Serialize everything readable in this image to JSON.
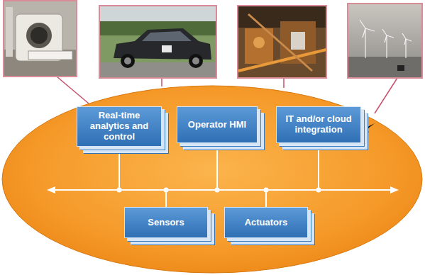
{
  "diagram": {
    "nodes": [
      {
        "text": [
          "Real-time analytics and control"
        ]
      },
      {
        "text": [
          "Operator HMI"
        ]
      },
      {
        "text": [
          "IT and/or cloud integration"
        ]
      },
      {
        "text": [
          "Sensors"
        ]
      },
      {
        "text": [
          "Actuators"
        ]
      }
    ],
    "edges": [
      {
        "from": 0,
        "to": 1,
        "arrow": "none"
      },
      {
        "from": 0,
        "to": 2,
        "arrow": "none"
      },
      {
        "from": 0,
        "to": 3,
        "arrow": "none"
      },
      {
        "from": 0,
        "to": 4,
        "arrow": "none"
      },
      {
        "from": 1,
        "to": 2,
        "arrow": "none"
      },
      {
        "from": 1,
        "to": 3,
        "arrow": "none"
      },
      {
        "from": 1,
        "to": 4,
        "arrow": "none"
      },
      {
        "from": 2,
        "to": 3,
        "arrow": "none"
      },
      {
        "from": 2,
        "to": 4,
        "arrow": "none"
      },
      {
        "from": 3,
        "to": 4,
        "arrow": "none"
      }
    ]
  }
}
